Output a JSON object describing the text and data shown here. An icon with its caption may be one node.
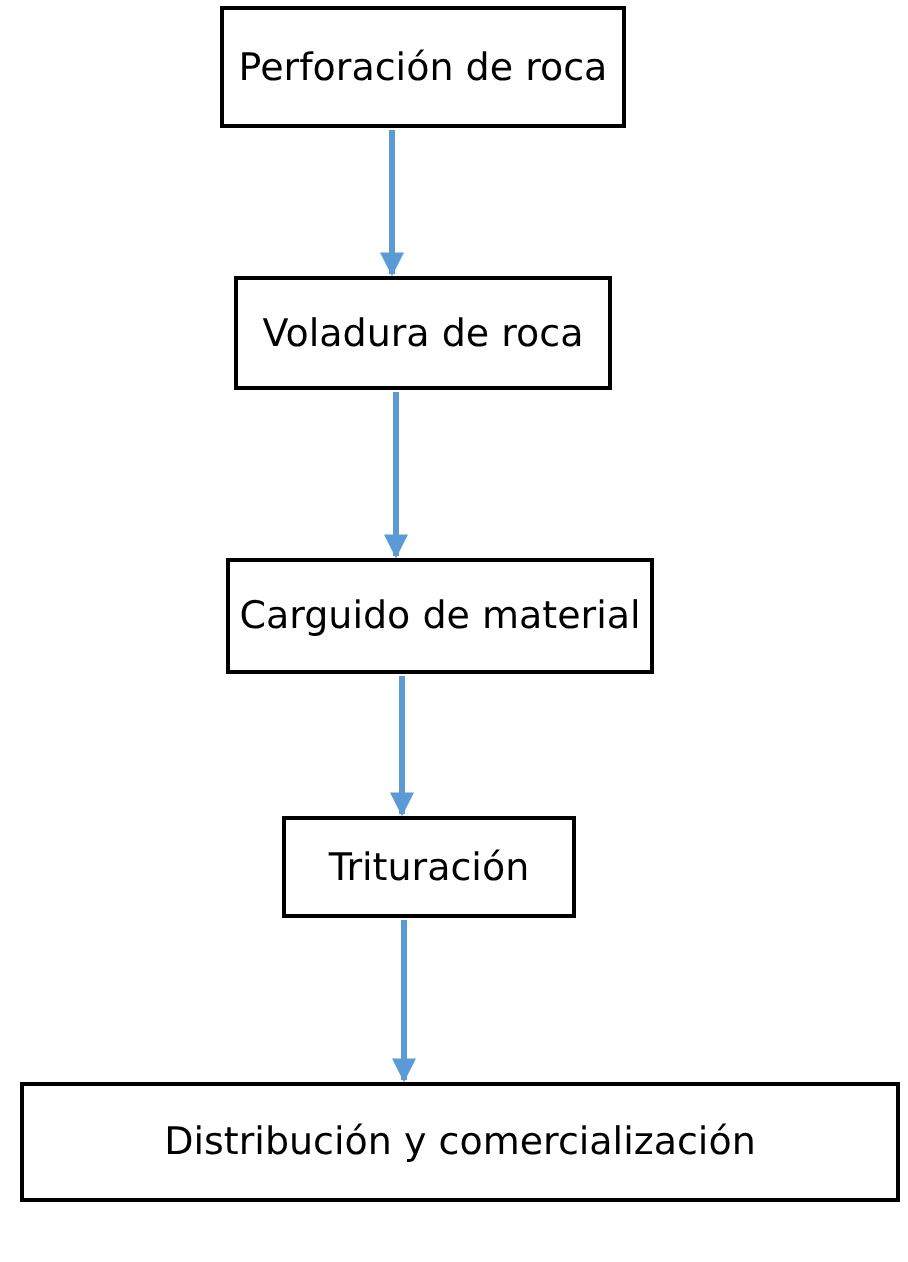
{
  "diagram": {
    "nodes": [
      {
        "text": [
          "Perforación de roca"
        ]
      },
      {
        "text": [
          "Voladura de roca"
        ]
      },
      {
        "text": [
          "Carguido de material"
        ]
      },
      {
        "text": [
          "Trituración"
        ]
      },
      {
        "text": [
          "Distribución y comercialización"
        ]
      }
    ],
    "edges": [
      {
        "from": 0,
        "to": 1,
        "arrow": "to"
      },
      {
        "from": 1,
        "to": 2,
        "arrow": "to"
      },
      {
        "from": 2,
        "to": 3,
        "arrow": "to"
      },
      {
        "from": 3,
        "to": 4,
        "arrow": "to"
      }
    ]
  }
}
